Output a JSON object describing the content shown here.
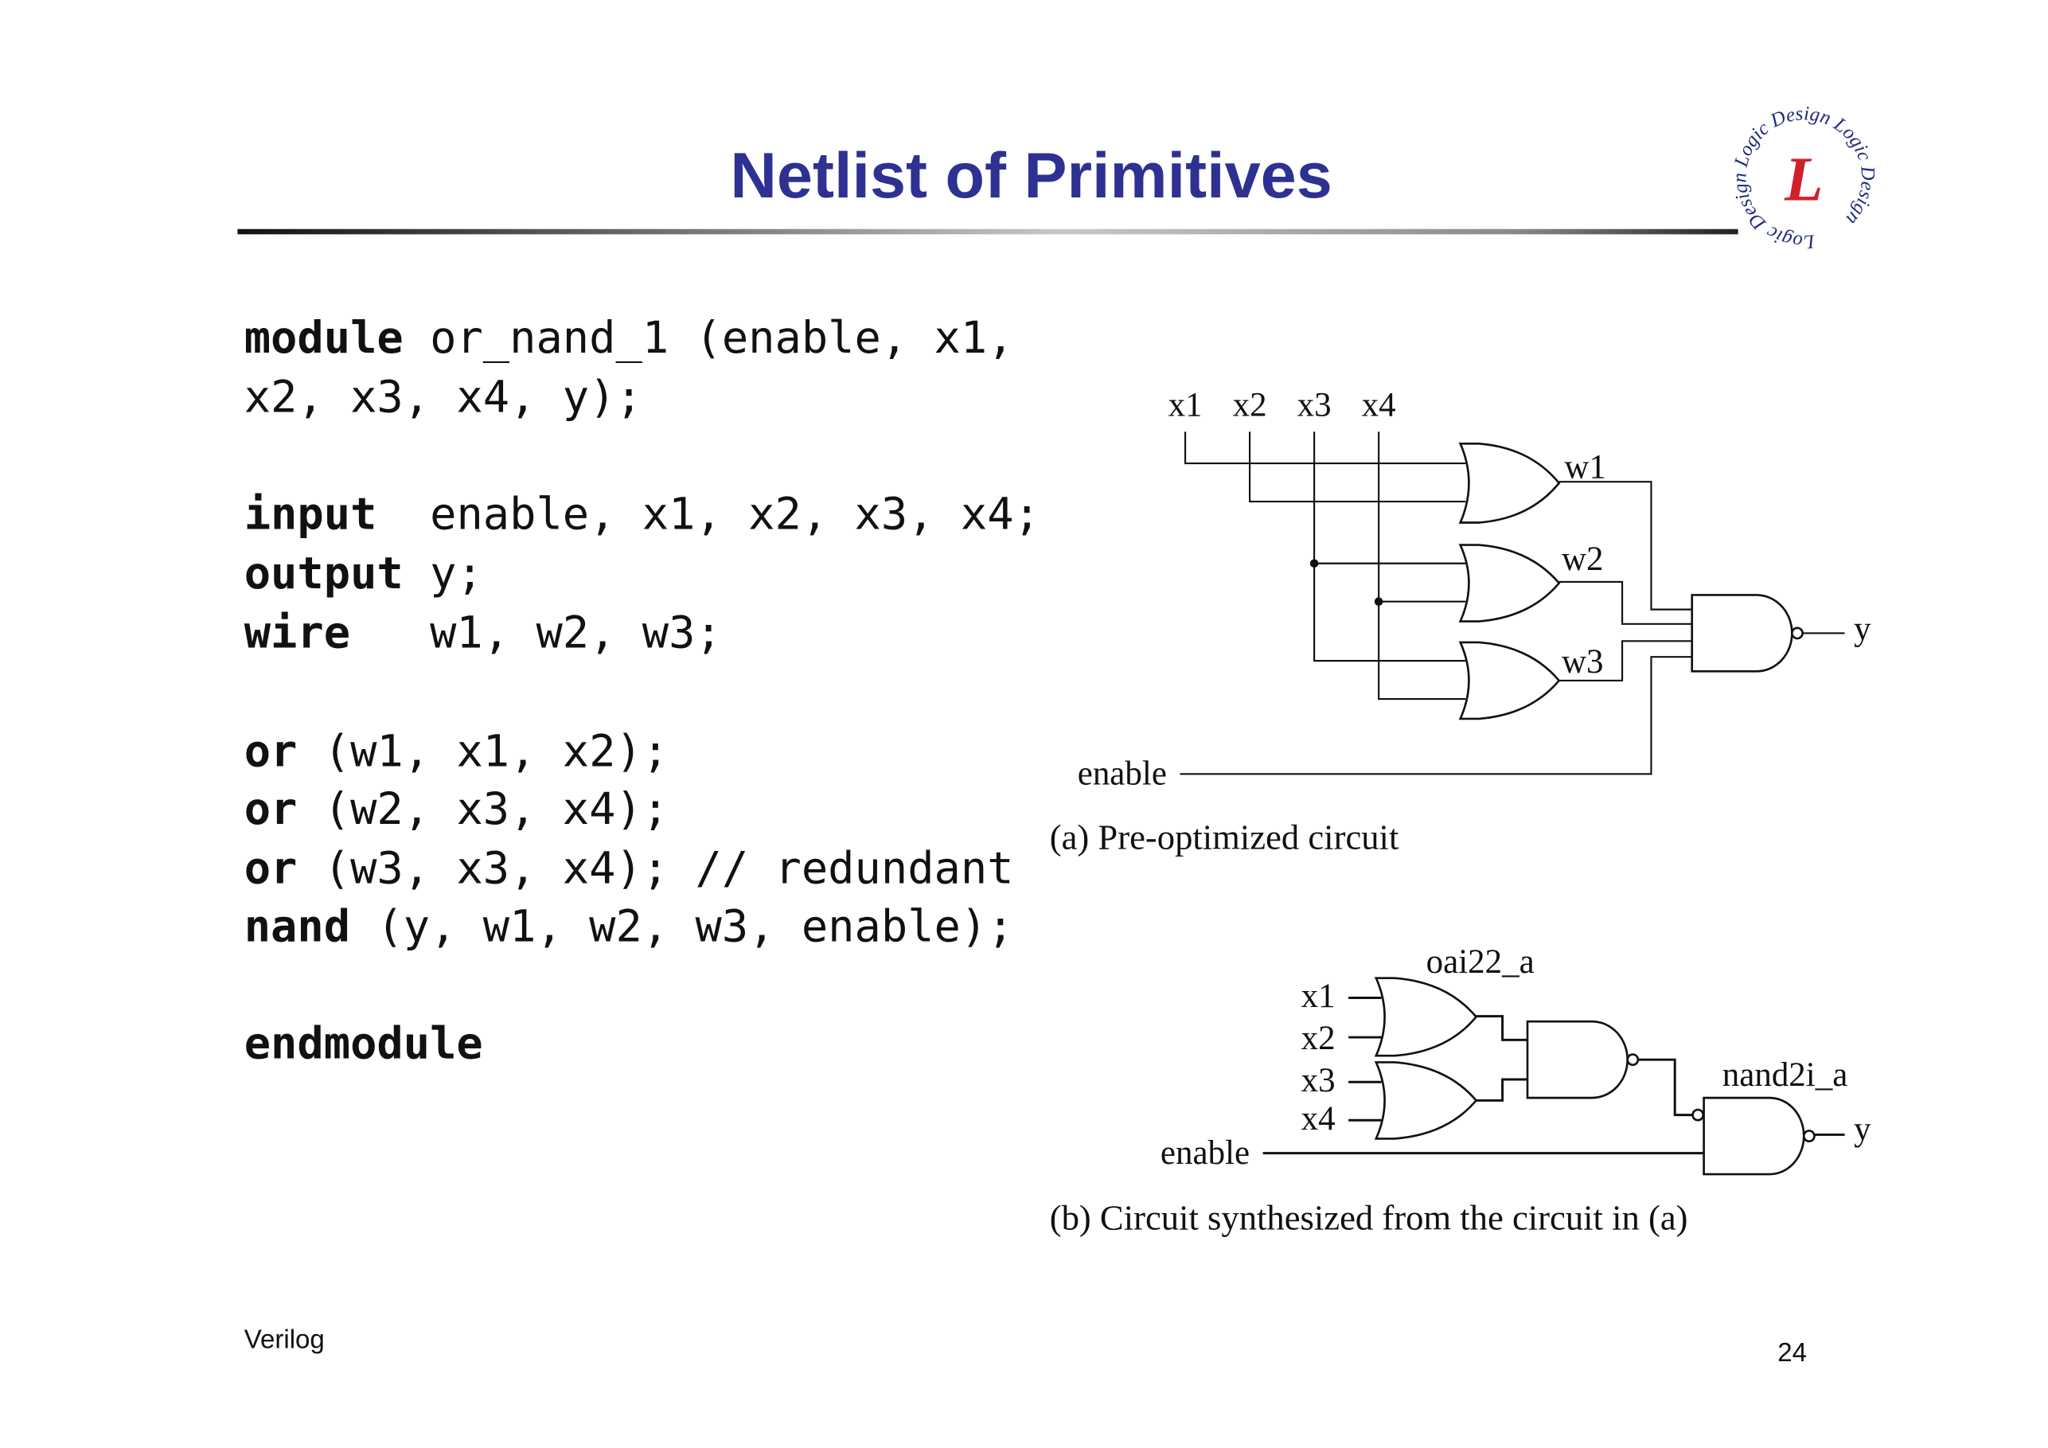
{
  "title": "Netlist of Primitives",
  "logo": {
    "ring_text": "Logic Design Logic Design Logic Design",
    "letter": "L",
    "colors": {
      "ring": "#1f2a7a",
      "letter": "#d0202a"
    }
  },
  "code": {
    "lines": [
      {
        "keyword": "module",
        "rest": " or_nand_1 (enable, x1,"
      },
      {
        "keyword": "",
        "rest": "x2, x3, x4, y);"
      },
      {
        "keyword": "input",
        "rest": "  enable, x1, x2, x3, x4;"
      },
      {
        "keyword": "output",
        "rest": " y;"
      },
      {
        "keyword": "wire",
        "rest": "   w1, w2, w3;"
      },
      {
        "keyword": "or",
        "rest": " (w1, x1, x2);"
      },
      {
        "keyword": "or",
        "rest": " (w2, x3, x4);"
      },
      {
        "keyword": "or",
        "rest": " (w3, x3, x4); // redundant"
      },
      {
        "keyword": "nand",
        "rest": " (y, w1, w2, w3, enable);"
      },
      {
        "keyword": "endmodule",
        "rest": ""
      }
    ]
  },
  "circuit_a": {
    "inputs": [
      "x1",
      "x2",
      "x3",
      "x4"
    ],
    "wires": [
      "w1",
      "w2",
      "w3"
    ],
    "enable": "enable",
    "output": "y",
    "caption": "(a) Pre-optimized circuit"
  },
  "circuit_b": {
    "inputs": [
      "x1",
      "x2",
      "x3",
      "x4"
    ],
    "cell1": "oai22_a",
    "cell2": "nand2i_a",
    "enable": "enable",
    "output": "y",
    "caption": "(b) Circuit synthesized from the circuit in (a)"
  },
  "footer": {
    "left": "Verilog",
    "page": "24"
  },
  "colors": {
    "title": "#2e3192"
  }
}
